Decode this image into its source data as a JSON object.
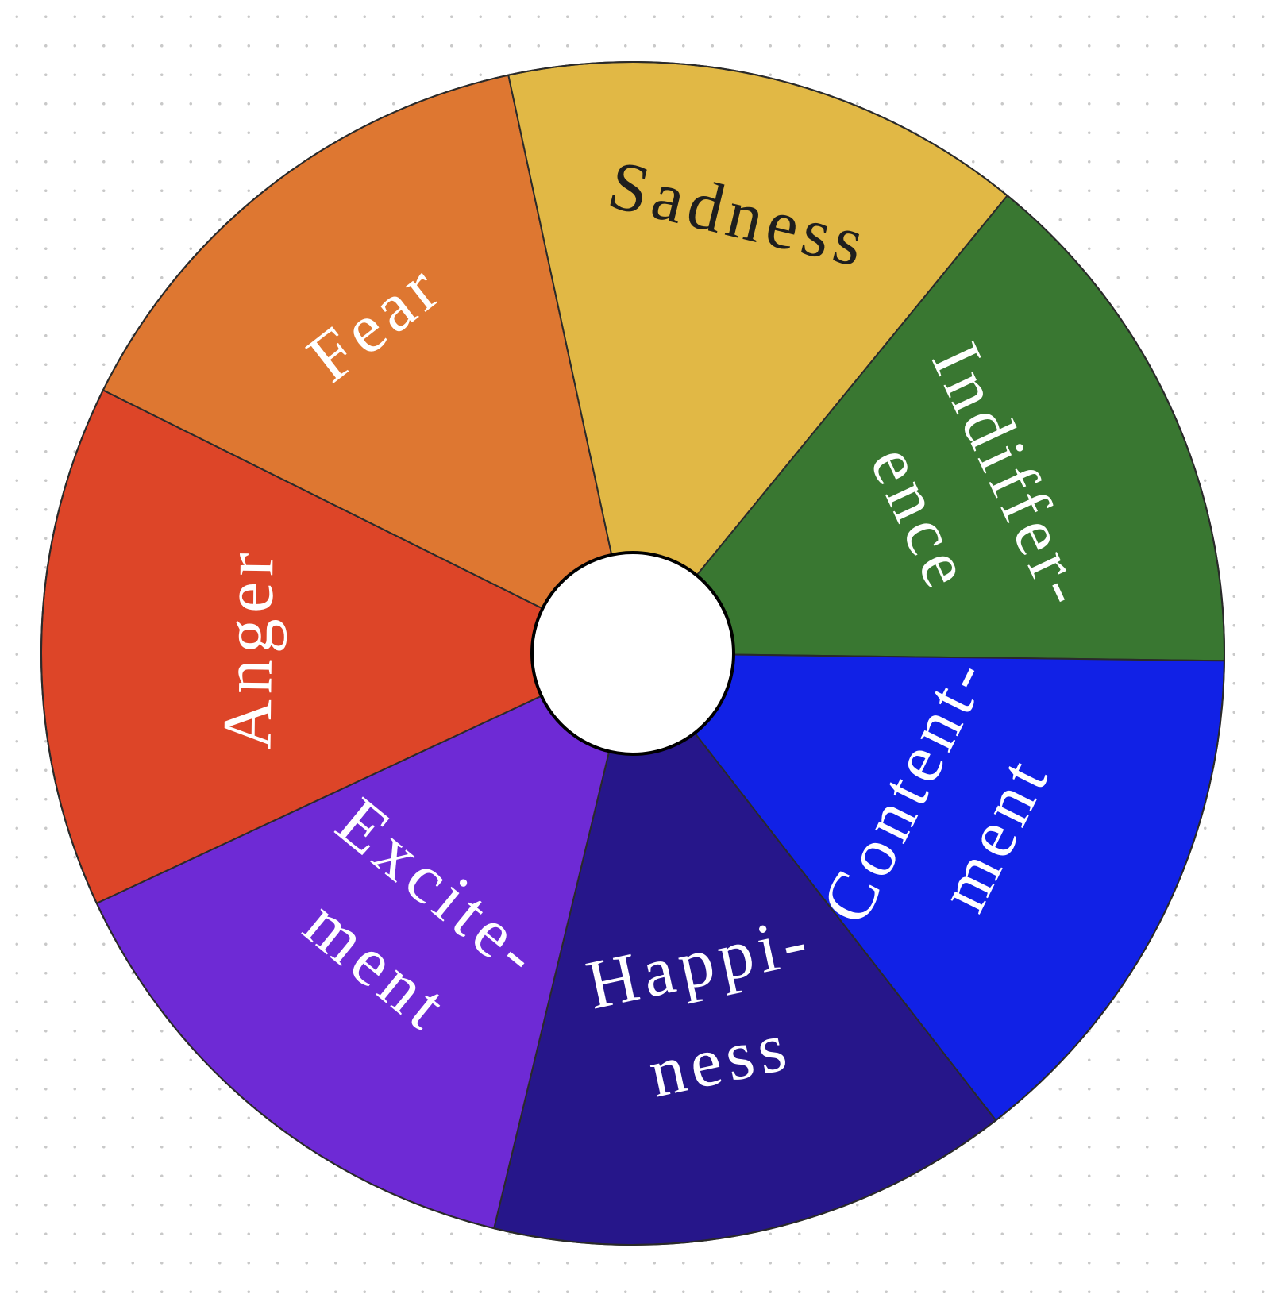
{
  "wheel": {
    "segments": [
      {
        "id": "anger",
        "lines": [
          "Anger"
        ],
        "color": "#dd4528",
        "text_color": "#ffffff"
      },
      {
        "id": "fear",
        "lines": [
          "Fear"
        ],
        "color": "#de7731",
        "text_color": "#ffffff"
      },
      {
        "id": "sadness",
        "lines": [
          "Sadness"
        ],
        "color": "#e1b845",
        "text_color": "#1e1e1e"
      },
      {
        "id": "indifference",
        "lines": [
          "Indiffer-",
          "ence"
        ],
        "color": "#397731",
        "text_color": "#ffffff"
      },
      {
        "id": "contentment",
        "lines": [
          "Content-",
          "ment"
        ],
        "color": "#1121e6",
        "text_color": "#ffffff"
      },
      {
        "id": "happiness",
        "lines": [
          "Happi-",
          "ness"
        ],
        "color": "#26168a",
        "text_color": "#ffffff"
      },
      {
        "id": "excitement",
        "lines": [
          "Excite-",
          "ment"
        ],
        "color": "#6e2ad5",
        "text_color": "#ffffff"
      }
    ],
    "hub_color": "#ffffff",
    "outline_color": "#2a2a2a"
  }
}
